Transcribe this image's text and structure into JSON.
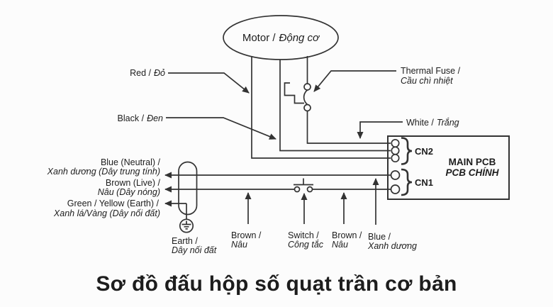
{
  "title": "Sơ đồ đấu hộp số quạt trần cơ bản",
  "motor": {
    "en": "Motor /",
    "vi": "Động cơ"
  },
  "callouts": {
    "red": {
      "en": "Red /",
      "vi": "Đỏ"
    },
    "black": {
      "en": "Black /",
      "vi": "Đen"
    },
    "thermal_fuse": {
      "en": "Thermal Fuse /",
      "vi": "Cầu chì nhiệt"
    },
    "white": {
      "en": "White /",
      "vi": "Trắng"
    }
  },
  "mains_labels": {
    "blue_neutral": {
      "en": "Blue (Neutral) /",
      "vi": "Xanh dương (Dây trung tính)"
    },
    "brown_live": {
      "en": "Brown (Live) /",
      "vi": "Nâu (Dây nóng)"
    },
    "green_yellow_earth": {
      "en": "Green / Yellow (Earth) /",
      "vi": "Xanh lá/Vàng (Dây nối đất)"
    }
  },
  "bottom_labels": {
    "earth": {
      "en": "Earth /",
      "vi": "Dây nối đất"
    },
    "brown_left": {
      "en": "Brown /",
      "vi": "Nâu"
    },
    "switch": {
      "en": "Switch /",
      "vi": "Công tắc"
    },
    "brown_right": {
      "en": "Brown /",
      "vi": "Nâu"
    },
    "blue": {
      "en": "Blue /",
      "vi": "Xanh dương"
    }
  },
  "pcb": {
    "name_en": "MAIN PCB",
    "name_vi": "PCB CHÍNH",
    "connector_top": "CN2",
    "connector_bottom": "CN1"
  },
  "colors": {
    "line": "#333333",
    "text": "#1d1d1d",
    "title": "#1f2e5f",
    "background": "#fcfcfc"
  }
}
